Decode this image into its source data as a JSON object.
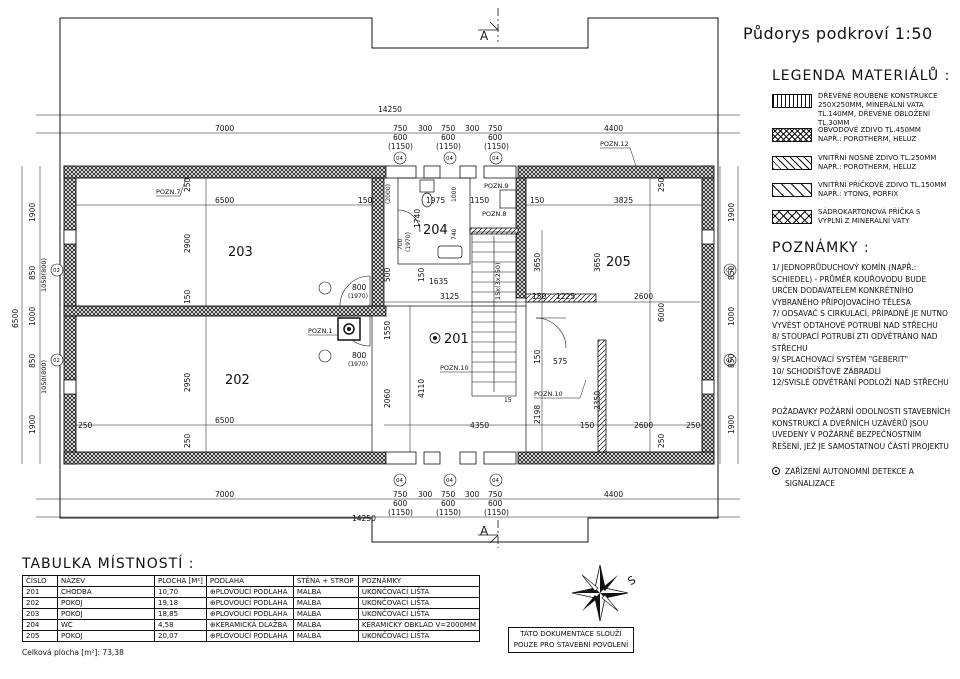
{
  "title": "Půdorys podkroví   1:50",
  "legend": {
    "heading": "LEGENDA MATERIÁLŮ :",
    "items": [
      {
        "pattern": "wood",
        "text": "DŘEVĚNÉ ROUBENÉ KONSTRUKCE\n250x250mm, minerální vata\ntl.140mm, dřevěné obložení tl.30mm"
      },
      {
        "pattern": "brick",
        "text": "OBVODOVÉ ZDIVO tl.450mm\nNAPŘ.: POROTHERM, HELUZ"
      },
      {
        "pattern": "bearing",
        "text": "VNITŘNÍ NOSNÉ ZDIVO tl.250mm\nNAPŘ.: POROTHERM, HELUZ"
      },
      {
        "pattern": "partition",
        "text": "VNITŘNÍ PŘÍČKOVÉ ZDIVO tl.150mm\nNAPŘ.: YTONG, PORFIX"
      },
      {
        "pattern": "sdk",
        "text": "SÁDROKARTONOVÁ PŘÍČKA S\nVÝPLNÍ Z MINERÁLNÍ VATY"
      }
    ]
  },
  "notes": {
    "heading": "POZNÁMKY :",
    "items": [
      "1/ JEDNOPRŮDUCHOVÝ KOMÍN (NAPŘ.: SCHIEDEL) - PRŮMĚR KOUŘOVODU BUDE URČEN DODAVATELEM KONKRÉTNÍHO VYBRANÉHO PŘÍPOJOVACÍHO TĚLESA",
      "7/ ODSAVAČ S CIRKULACÍ, PŘÍPADNĚ JE NUTNO VYVÉST ODTAHOVÉ POTRUBÍ NAD STŘECHU",
      "8/ STOUPACÍ POTRUBÍ ZTI ODVĚTRÁNO NAD STŘECHU",
      "9/ SPLACHOVACÍ SYSTÉM \"GEBERIT\"",
      "10/ SCHODIŠŤOVÉ ZÁBRADLÍ",
      "12/SVISLÉ ODVĚTRÁNÍ PODLOŽÍ NAD STŘECHU"
    ],
    "fire": "POŽADAVKY POŽÁRNÍ ODOLNOSTI STAVEBNÍCH KONSTRUKCÍ A DVEŘNÍCH UZÁVĚRŮ JSOU UVEDENY V POŽÁRNĚ BEZPEČNOSTNÍM ŘEŠENÍ, JEŽ JE SAMOSTATNOU ČÁSTÍ PROJEKTU",
    "detector": "ZAŘÍZENÍ AUTONOMNÍ DETEKCE A SIGNALIZACE"
  },
  "room_table": {
    "heading": "TABULKA MÍSTNOSTÍ :",
    "headers": [
      "Číslo",
      "Název",
      "Plocha [m²]",
      "Podlaha",
      "Stěna + strop",
      "Poznámky"
    ],
    "rows": [
      [
        "201",
        "CHODBA",
        "10,70",
        "⊕PLOVOUCÍ PODLAHA",
        "MALBA",
        "UKONČOVACÍ LIŠTA"
      ],
      [
        "202",
        "POKOJ",
        "19,18",
        "⊕PLOVOUCÍ PODLAHA",
        "MALBA",
        "UKONČOVACÍ LIŠTA"
      ],
      [
        "203",
        "POKOJ",
        "18,85",
        "⊕PLOVOUCÍ PODLAHA",
        "MALBA",
        "UKONČOVACÍ LIŠTA"
      ],
      [
        "204",
        "WC",
        "4,58",
        "⊕KERAMICKÁ DLAŽBA",
        "MALBA",
        "KERAMICKÝ OBKLAD v=2000mm"
      ],
      [
        "205",
        "POKOJ",
        "20,07",
        "⊕PLOVOUCÍ PODLAHA",
        "MALBA",
        "UKONČOVACÍ LIŠTA"
      ]
    ],
    "total": "Celková plocha [m²]:  73,38"
  },
  "stamp": "TATO DOKUMENTACE SLOUŽÍ\nPOUZE PRO STAVEBNÍ POVOLENÍ",
  "compass_label": "S",
  "plan": {
    "rooms": {
      "r201": "201",
      "r202": "202",
      "r203": "203",
      "r204": "204",
      "r205": "205"
    },
    "section": "A",
    "dims_top": {
      "total": "14250",
      "left": "7000",
      "right": "4400",
      "w750": "750",
      "w300": "300",
      "w600": "600",
      "w1150": "(1150)",
      "d04": "04"
    },
    "dims_inner": {
      "d6500": "6500",
      "d3825": "3825",
      "d1975": "1975",
      "d1150": "1150",
      "d150": "150",
      "d2900": "2900",
      "d2950": "2950",
      "d3125": "3125",
      "d1635": "1635",
      "d1225": "1225",
      "d2600": "2600",
      "d4350": "4350",
      "d250": "250",
      "d3650": "3650",
      "d6000": "6000",
      "d4110": "4110",
      "d2060": "2060",
      "d1550": "1550",
      "d500": "500",
      "d1740": "1740",
      "d575": "575",
      "d2350": "2350",
      "d2198": "2198",
      "d740": "740",
      "d700": "700",
      "d1970": "(1970)",
      "d800": "800",
      "d1000": "1000",
      "d2000": "(2000)",
      "stair1": "15x(3x250)",
      "stair15": "15"
    },
    "dims_side": {
      "d1900": "1900",
      "d850": "850",
      "d1050": "1050(800)",
      "d1000": "1000",
      "d6500": "6500",
      "d02": "02"
    },
    "labels": {
      "pozn1": "POZN.1",
      "pozn7": "POZN.7",
      "pozn8": "POZN.8",
      "pozn9": "POZN.9",
      "pozn10": "POZN.10",
      "pozn12": "POZN.12"
    }
  }
}
